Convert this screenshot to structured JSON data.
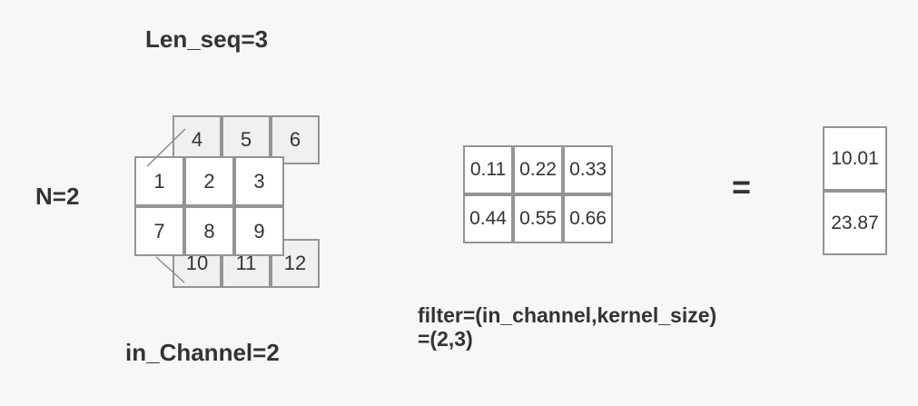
{
  "labels": {
    "len_seq": "Len_seq=3",
    "batch": "N=2",
    "in_channel": "in_Channel=2",
    "filter_line1": "filter=(in_channel,kernel_size)",
    "filter_line2": "=(2,3)",
    "equals": "="
  },
  "input_tensor": {
    "channel2_row1": [
      "4",
      "5",
      "6"
    ],
    "channel1_rows": [
      [
        "1",
        "2",
        "3"
      ],
      [
        "7",
        "8",
        "9"
      ]
    ],
    "channel2_row2": [
      "10",
      "11",
      "12"
    ]
  },
  "filter_matrix": {
    "rows": [
      [
        "0.11",
        "0.22",
        "0.33"
      ],
      [
        "0.44",
        "0.55",
        "0.66"
      ]
    ]
  },
  "output_vector": {
    "values": [
      "10.01",
      "23.87"
    ]
  },
  "colors": {
    "background": "#f7f7f7",
    "cell_border": "#949494",
    "back_cell_fill": "#f0f0f0",
    "front_cell_fill": "#ffffff",
    "text": "#333333",
    "depth_line": "#8c8c8c"
  }
}
